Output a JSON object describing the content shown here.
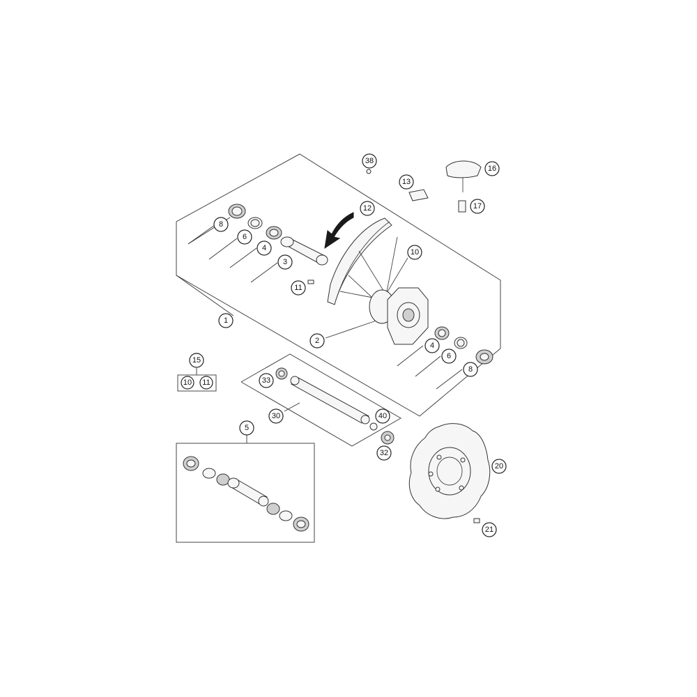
{
  "callouts": {
    "c38": "38",
    "c16": "16",
    "c13": "13",
    "c17": "17",
    "c12": "12",
    "c8a": "8",
    "c6a": "6",
    "c4a": "4",
    "c3": "3",
    "c10": "10",
    "c11": "11",
    "c1": "1",
    "c2": "2",
    "c4b": "4",
    "c6b": "6",
    "c8b": "8",
    "c15": "15",
    "c10k": "10",
    "c11k": "11",
    "c33": "33",
    "c30": "30",
    "c40": "40",
    "c32": "32",
    "c5": "5",
    "c20": "20",
    "c21": "21"
  },
  "colors": {
    "line": "#333333",
    "background": "#ffffff"
  }
}
